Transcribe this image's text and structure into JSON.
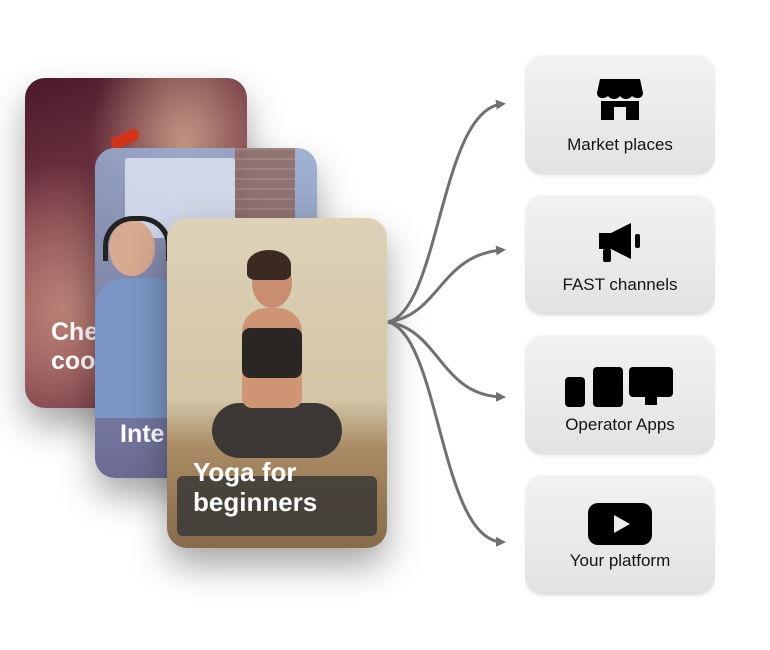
{
  "cards": [
    {
      "id": "chef",
      "title": "Che\ncoo"
    },
    {
      "id": "interview",
      "title": "Inte"
    },
    {
      "id": "yoga",
      "title": "Yoga for\nbeginners"
    }
  ],
  "channels": [
    {
      "label": "Market places",
      "icon": "storefront-icon"
    },
    {
      "label": "FAST channels",
      "icon": "megaphone-icon"
    },
    {
      "label": "Operator Apps",
      "icon": "devices-icon"
    },
    {
      "label": "Your platform",
      "icon": "play-button-icon"
    }
  ],
  "colors": {
    "card_background": "#e8e8e8",
    "icon": "#000000",
    "arrow": "#707070"
  }
}
